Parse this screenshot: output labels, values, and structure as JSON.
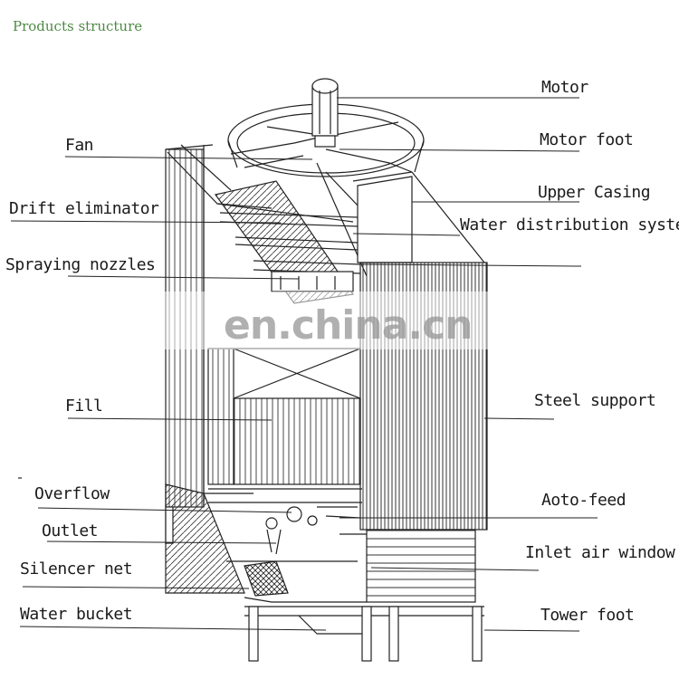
{
  "title": "Products structure",
  "watermark": "en.china.cn",
  "labels": {
    "motor": "Motor",
    "fan": "Fan",
    "motor_foot": "Motor foot",
    "drift_eliminator": "Drift eliminator",
    "upper_casing": "Upper Casing",
    "water_distribution": "Water distribution system",
    "spraying_nozzles": "Spraying nozzles",
    "fill": "Fill",
    "steel_support": "Steel support",
    "overflow": "Overflow",
    "auto_feed": "Aoto-feed",
    "outlet": "Outlet",
    "inlet_air_window": "Inlet air window",
    "silencer_net": "Silencer net",
    "water_bucket": "Water bucket",
    "tower_foot": "Tower foot"
  }
}
